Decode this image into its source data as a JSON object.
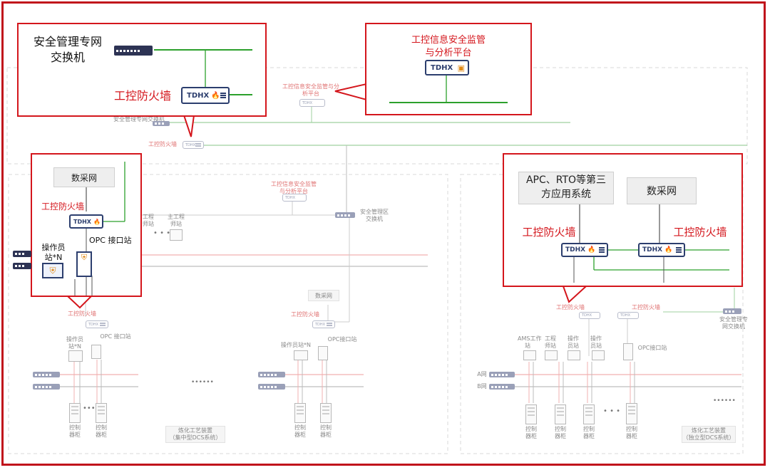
{
  "top": {
    "mgmt_switch": "安全管理专网交换机",
    "platform": "工控信息安全监管与分析平台",
    "firewall": "工控防火墙"
  },
  "callouts": {
    "top_left": {
      "switch_label": "安全管理专网\n交换机",
      "firewall_label": "工控防火墙"
    },
    "top_right": {
      "platform_label": "工控信息安全监管\n与分析平台"
    },
    "mid_left": {
      "data_net": "数采网",
      "firewall_label": "工控防火墙",
      "operator": "操作员\n站*N",
      "opc": "OPC 接口站"
    },
    "mid_right": {
      "third_party": "APC、RTO等第三\n方应用系统",
      "data_net": "数采网",
      "firewall_a": "工控防火墙",
      "firewall_b": "工控防火墙"
    }
  },
  "left_section": {
    "platform": "工控信息安全监管\n与分析平台",
    "mgmt_switch": "安全管理区\n交换机",
    "engineer": "工程\n师站",
    "main_engineer": "主工程\n师站",
    "firewall_1": "工控防火墙",
    "operator_1": "操作员\n站*N",
    "opc_1": "OPC 接口站",
    "data_net": "数采网",
    "firewall_2": "工控防火墙",
    "operator_2": "操作员站*N",
    "opc_2": "OPC接口站",
    "cabinet": "控制\n器柜",
    "dots": "••••••",
    "caption": "炼化工艺装置\n（集中型DCS系统）"
  },
  "right_section": {
    "firewall_1": "工控防火墙",
    "firewall_2": "工控防火墙",
    "mgmt_switch": "安全管理专\n网交换机",
    "ams": "AMS工作\n站",
    "engineer": "工程\n师站",
    "operator_1": "操作\n员站",
    "operator_2": "操作\n员站",
    "opc": "OPC接口站",
    "net_a": "A网",
    "net_b": "B网",
    "cabinet": "控制\n器柜",
    "dots": "••••••",
    "caption": "炼化工艺装置\n（独立型DCS系统）"
  },
  "brand": "TDHX",
  "colors": {
    "accent": "#d4161c",
    "network_green": "#2ca02c",
    "navy": "#2c3e6e",
    "faint_red": "#e07474"
  }
}
